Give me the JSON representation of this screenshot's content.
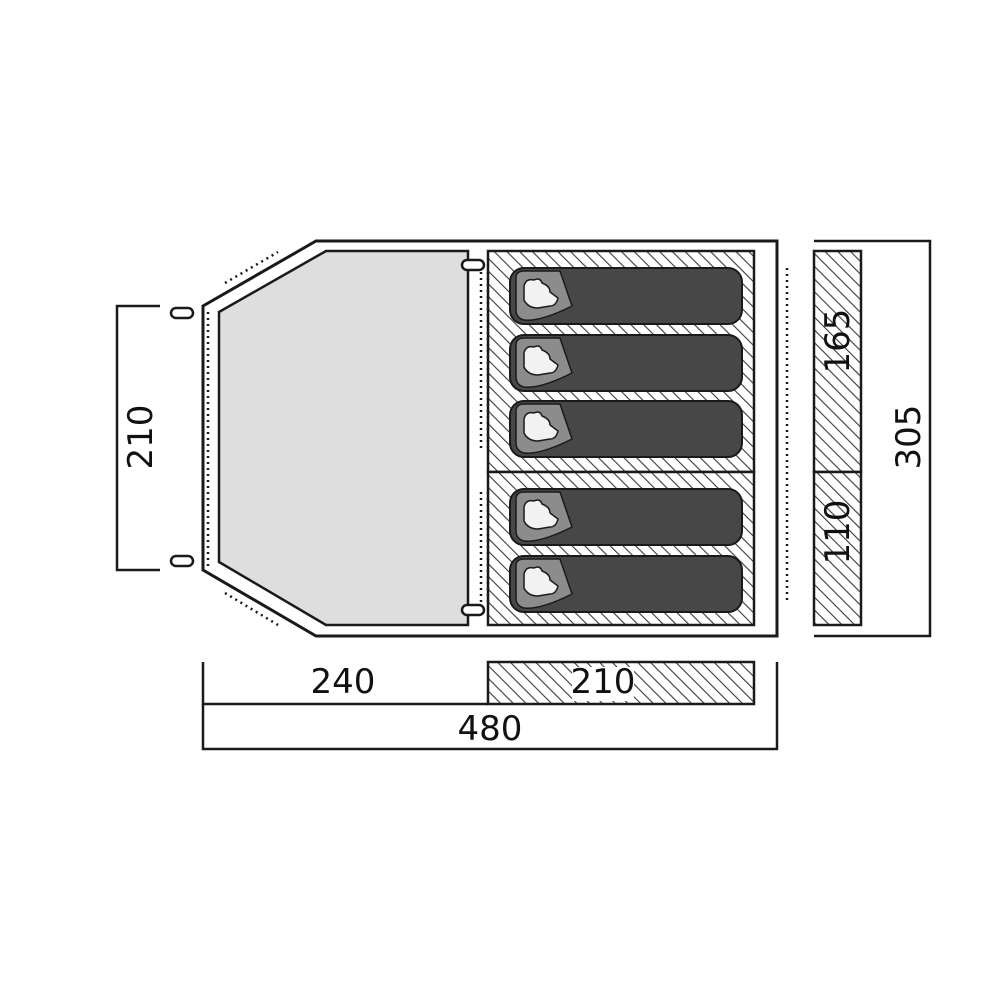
{
  "dimensions": {
    "entrance_width": "210",
    "bedroom_upper": "165",
    "bedroom_lower": "110",
    "total_width": "305",
    "living_length": "240",
    "bedroom_length": "210",
    "total_length": "480"
  },
  "colors": {
    "outline": "#1a1a1a",
    "living_floor": "#dedede",
    "bag_dark": "#474747",
    "bag_hood": "#8c8c8c",
    "hatch": "#3a3a3a",
    "background": "#ffffff"
  },
  "icons": {
    "sleeping_bag": "sleeping-bag-icon",
    "door_toggle": "door-toggle-icon",
    "zip": "zip-line"
  }
}
